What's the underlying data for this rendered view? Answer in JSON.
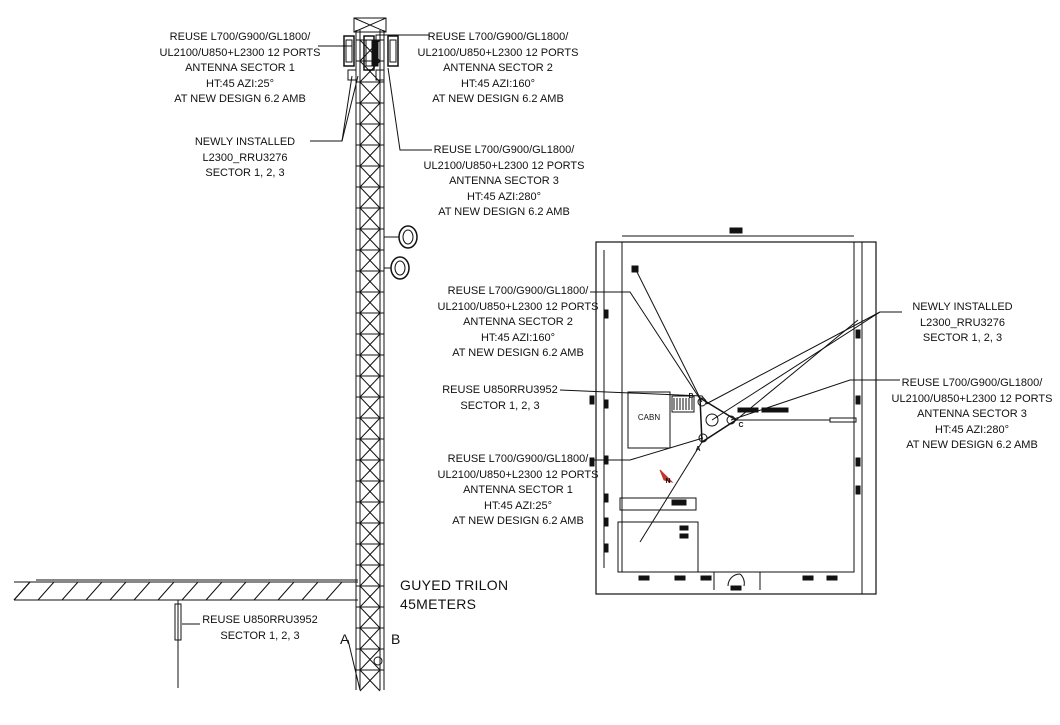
{
  "tower_elevation": {
    "sector1": {
      "lines": [
        "REUSE L700/G900/GL1800/",
        "UL2100/U850+L2300 12 PORTS",
        "ANTENNA SECTOR 1",
        "HT:45 AZI:25°",
        "AT NEW DESIGN 6.2 AMB"
      ]
    },
    "sector2": {
      "lines": [
        "REUSE L700/G900/GL1800/",
        "UL2100/U850+L2300 12 PORTS",
        "ANTENNA SECTOR 2",
        "HT:45 AZI:160°",
        "AT NEW DESIGN 6.2 AMB"
      ]
    },
    "sector3": {
      "lines": [
        "REUSE L700/G900/GL1800/",
        "UL2100/U850+L2300 12 PORTS",
        "ANTENNA SECTOR 3",
        "HT:45 AZI:280°",
        "AT NEW DESIGN 6.2 AMB"
      ]
    },
    "rru_new": {
      "lines": [
        "NEWLY INSTALLED",
        "L2300_RRU3276",
        "SECTOR 1, 2, 3"
      ]
    },
    "rru_reuse": {
      "lines": [
        "REUSE U850RRU3952",
        "SECTOR 1, 2, 3"
      ]
    },
    "tower_type": {
      "lines": [
        "GUYED TRILON",
        "45METERS"
      ]
    },
    "leg_a": "A",
    "leg_b": "B"
  },
  "site_plan": {
    "sector2": {
      "lines": [
        "REUSE L700/G900/GL1800/",
        "UL2100/U850+L2300 12 PORTS",
        "ANTENNA SECTOR 2",
        "HT:45 AZI:160°",
        "AT NEW DESIGN 6.2 AMB"
      ]
    },
    "rru_reuse": {
      "lines": [
        "REUSE U850RRU3952",
        "SECTOR 1, 2, 3"
      ]
    },
    "sector1": {
      "lines": [
        "REUSE L700/G900/GL1800/",
        "UL2100/U850+L2300 12 PORTS",
        "ANTENNA SECTOR 1",
        "HT:45 AZI:25°",
        "AT NEW DESIGN 6.2 AMB"
      ]
    },
    "rru_new": {
      "lines": [
        "NEWLY INSTALLED",
        "L2300_RRU3276",
        "SECTOR 1, 2, 3"
      ]
    },
    "sector3": {
      "lines": [
        "REUSE L700/G900/GL1800/",
        "UL2100/U850+L2300 12 PORTS",
        "ANTENNA SECTOR 3",
        "HT:45 AZI:280°",
        "AT NEW DESIGN 6.2 AMB"
      ]
    },
    "cabin": "CABN",
    "corner_a": "A",
    "corner_b": "B",
    "corner_c": "C",
    "north": "N"
  },
  "colors": {
    "ink": "#111111",
    "background": "#ffffff"
  }
}
